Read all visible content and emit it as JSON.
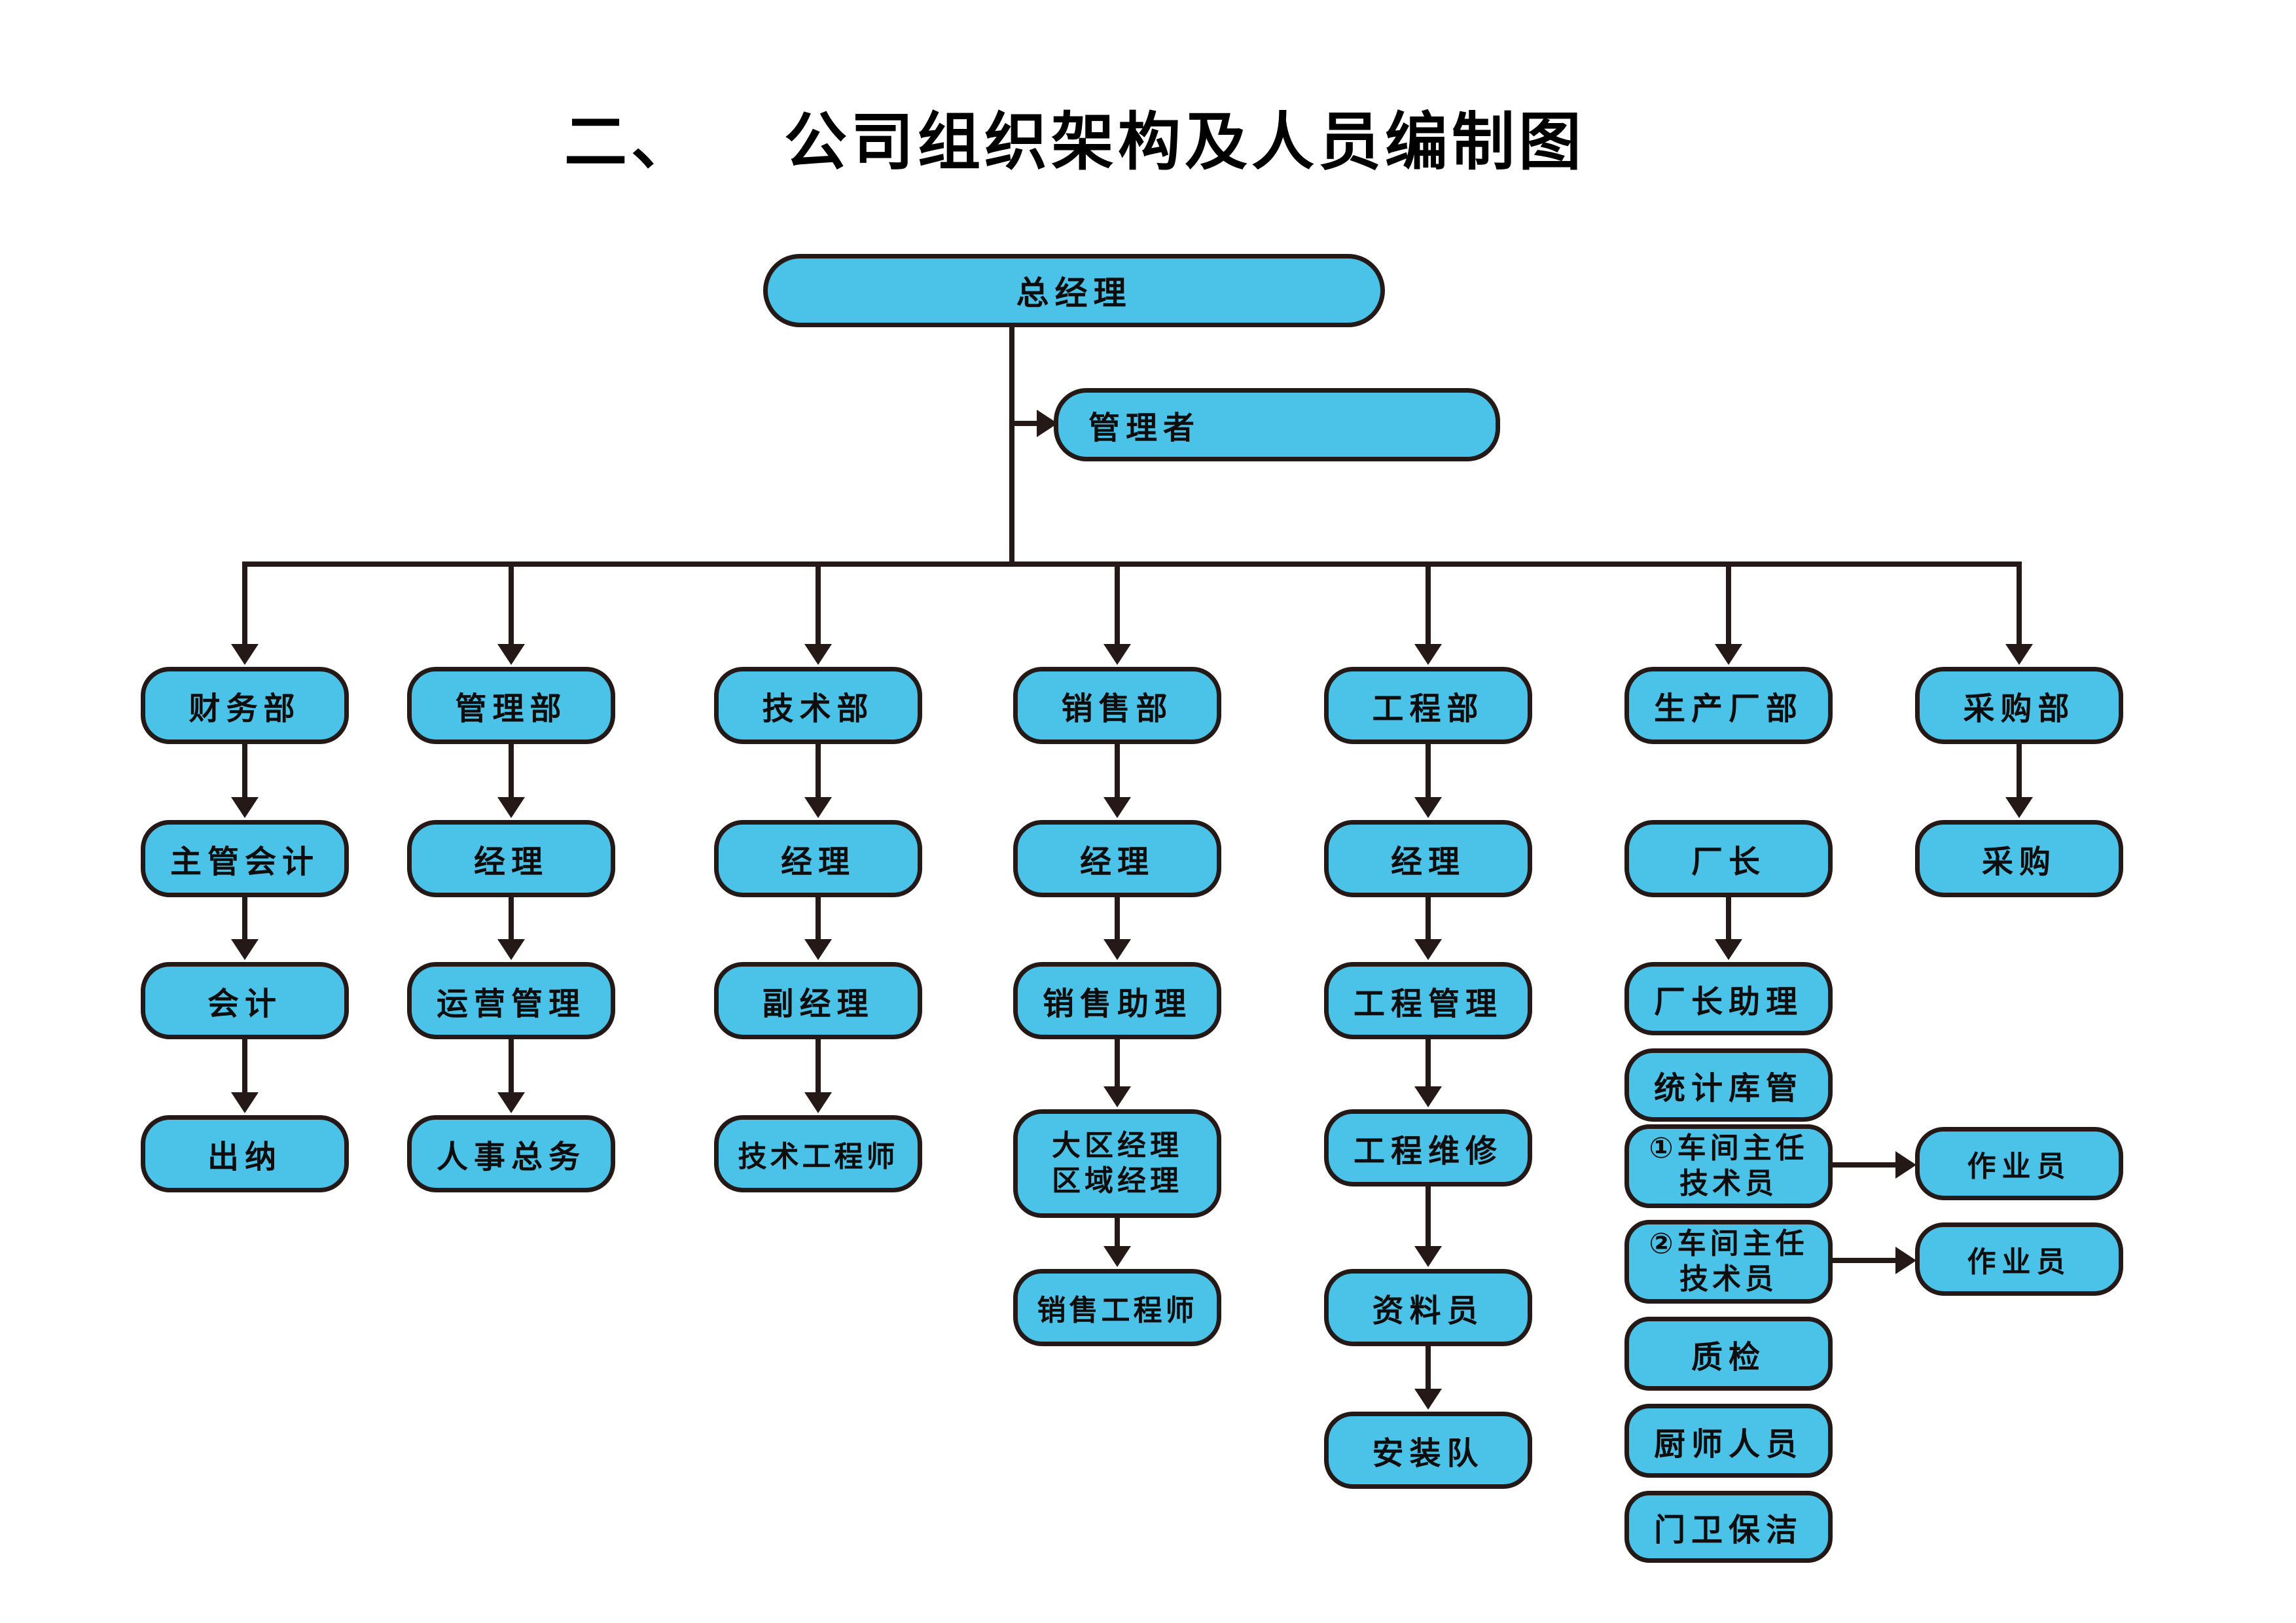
{
  "title": {
    "prefix": "二、",
    "text": "公司组织架构及人员编制图"
  },
  "palette": {
    "box_fill": "#4BC2E8",
    "box_border": "#241916",
    "connector": "#241916",
    "text_color": "#0D0D0D",
    "page_bg": "#FFFFFF"
  },
  "org": {
    "root": {
      "label": "总经理"
    },
    "advisor": {
      "label": "管理者"
    },
    "columns": [
      {
        "dept": "财务部",
        "children": [
          "主管会计",
          "会计",
          "出纳"
        ]
      },
      {
        "dept": "管理部",
        "children": [
          "经理",
          "运营管理",
          "人事总务"
        ]
      },
      {
        "dept": "技术部",
        "children": [
          "经理",
          "副经理",
          "技术工程师"
        ]
      },
      {
        "dept": "销售部",
        "children": [
          "经理",
          "销售助理",
          {
            "l1": "大区经理",
            "l2": "区域经理"
          },
          "销售工程师"
        ]
      },
      {
        "dept": "工程部",
        "children": [
          "经理",
          "工程管理",
          "工程维修",
          "资料员",
          "安装队"
        ]
      },
      {
        "dept": "生产厂部",
        "children": [
          "厂长",
          "厂长助理",
          "统计库管",
          {
            "l1": "①车间主任",
            "l2": "技术员"
          },
          {
            "l1": "②车间主任",
            "l2": "技术员"
          },
          "质检",
          "厨师人员",
          "门卫保洁"
        ]
      },
      {
        "dept": "采购部",
        "children": [
          "采购"
        ]
      }
    ],
    "operators": [
      "作业员",
      "作业员"
    ]
  }
}
